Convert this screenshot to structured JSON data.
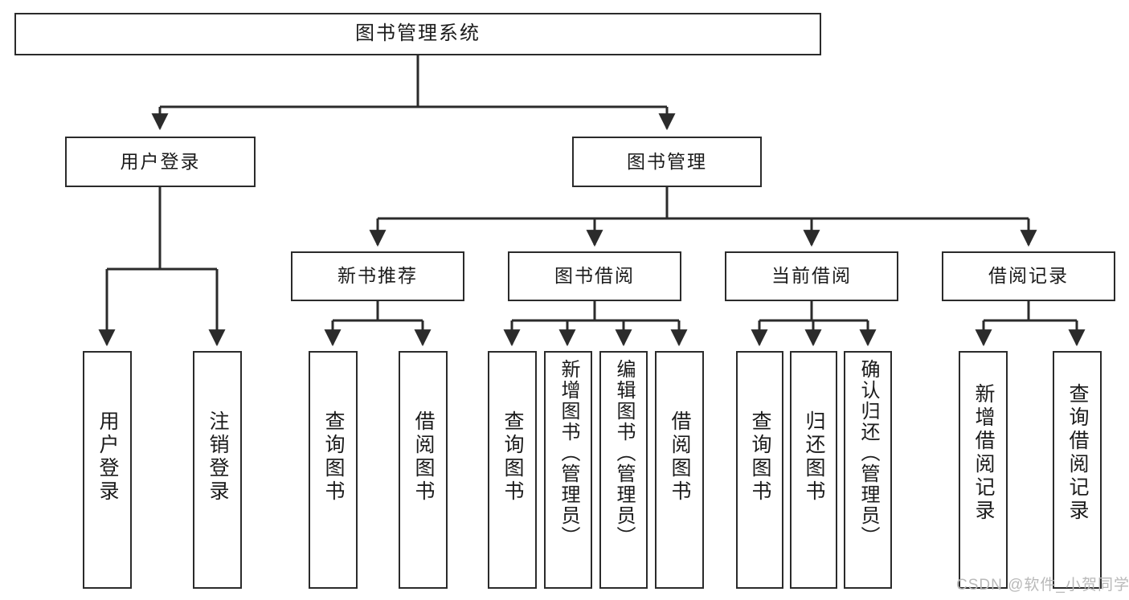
{
  "diagram": {
    "title": "图书管理系统",
    "watermark": "CSDN @软件_小贺同学",
    "colors": {
      "background": "#ffffff",
      "box_border": "#2b2b2b",
      "edge": "#2b2b2b",
      "text": "#1b1b1b",
      "watermark": "#b9b9b9"
    },
    "levels": {
      "level1": [
        "图书管理系统"
      ],
      "level2": [
        "用户登录",
        "图书管理"
      ],
      "level3": [
        "新书推荐",
        "图书借阅",
        "当前借阅",
        "借阅记录"
      ],
      "level4": [
        "用户登录",
        "注销登录",
        "查询图书",
        "借阅图书",
        "查询图书",
        "新增图书（管理员）",
        "编辑图书（管理员）",
        "借阅图书",
        "查询图书",
        "归还图书",
        "确认归还（管理员）",
        "新增借阅记录",
        "查询借阅记录"
      ]
    },
    "nodes": {
      "root": {
        "label": "图书管理系统"
      },
      "user_login": {
        "label": "用户登录"
      },
      "book_manage": {
        "label": "图书管理"
      },
      "new_book_rec": {
        "label": "新书推荐"
      },
      "book_borrow": {
        "label": "图书借阅"
      },
      "current_borrow": {
        "label": "当前借阅"
      },
      "borrow_record": {
        "label": "借阅记录"
      },
      "leaf_user_login": {
        "label": "用户登录"
      },
      "leaf_logout": {
        "label": "注销登录"
      },
      "leaf_query_book_a": {
        "label": "查询图书"
      },
      "leaf_borrow_book_a": {
        "label": "借阅图书"
      },
      "leaf_query_book_b": {
        "label": "查询图书"
      },
      "leaf_add_book": {
        "label": "新增图书（管理员）"
      },
      "leaf_edit_book": {
        "label": "编辑图书（管理员）"
      },
      "leaf_borrow_book_b": {
        "label": "借阅图书"
      },
      "leaf_query_book_c": {
        "label": "查询图书"
      },
      "leaf_return_book": {
        "label": "归还图书"
      },
      "leaf_confirm_return": {
        "label": "确认归还（管理员）"
      },
      "leaf_add_record": {
        "label": "新增借阅记录"
      },
      "leaf_query_record": {
        "label": "查询借阅记录"
      }
    }
  }
}
